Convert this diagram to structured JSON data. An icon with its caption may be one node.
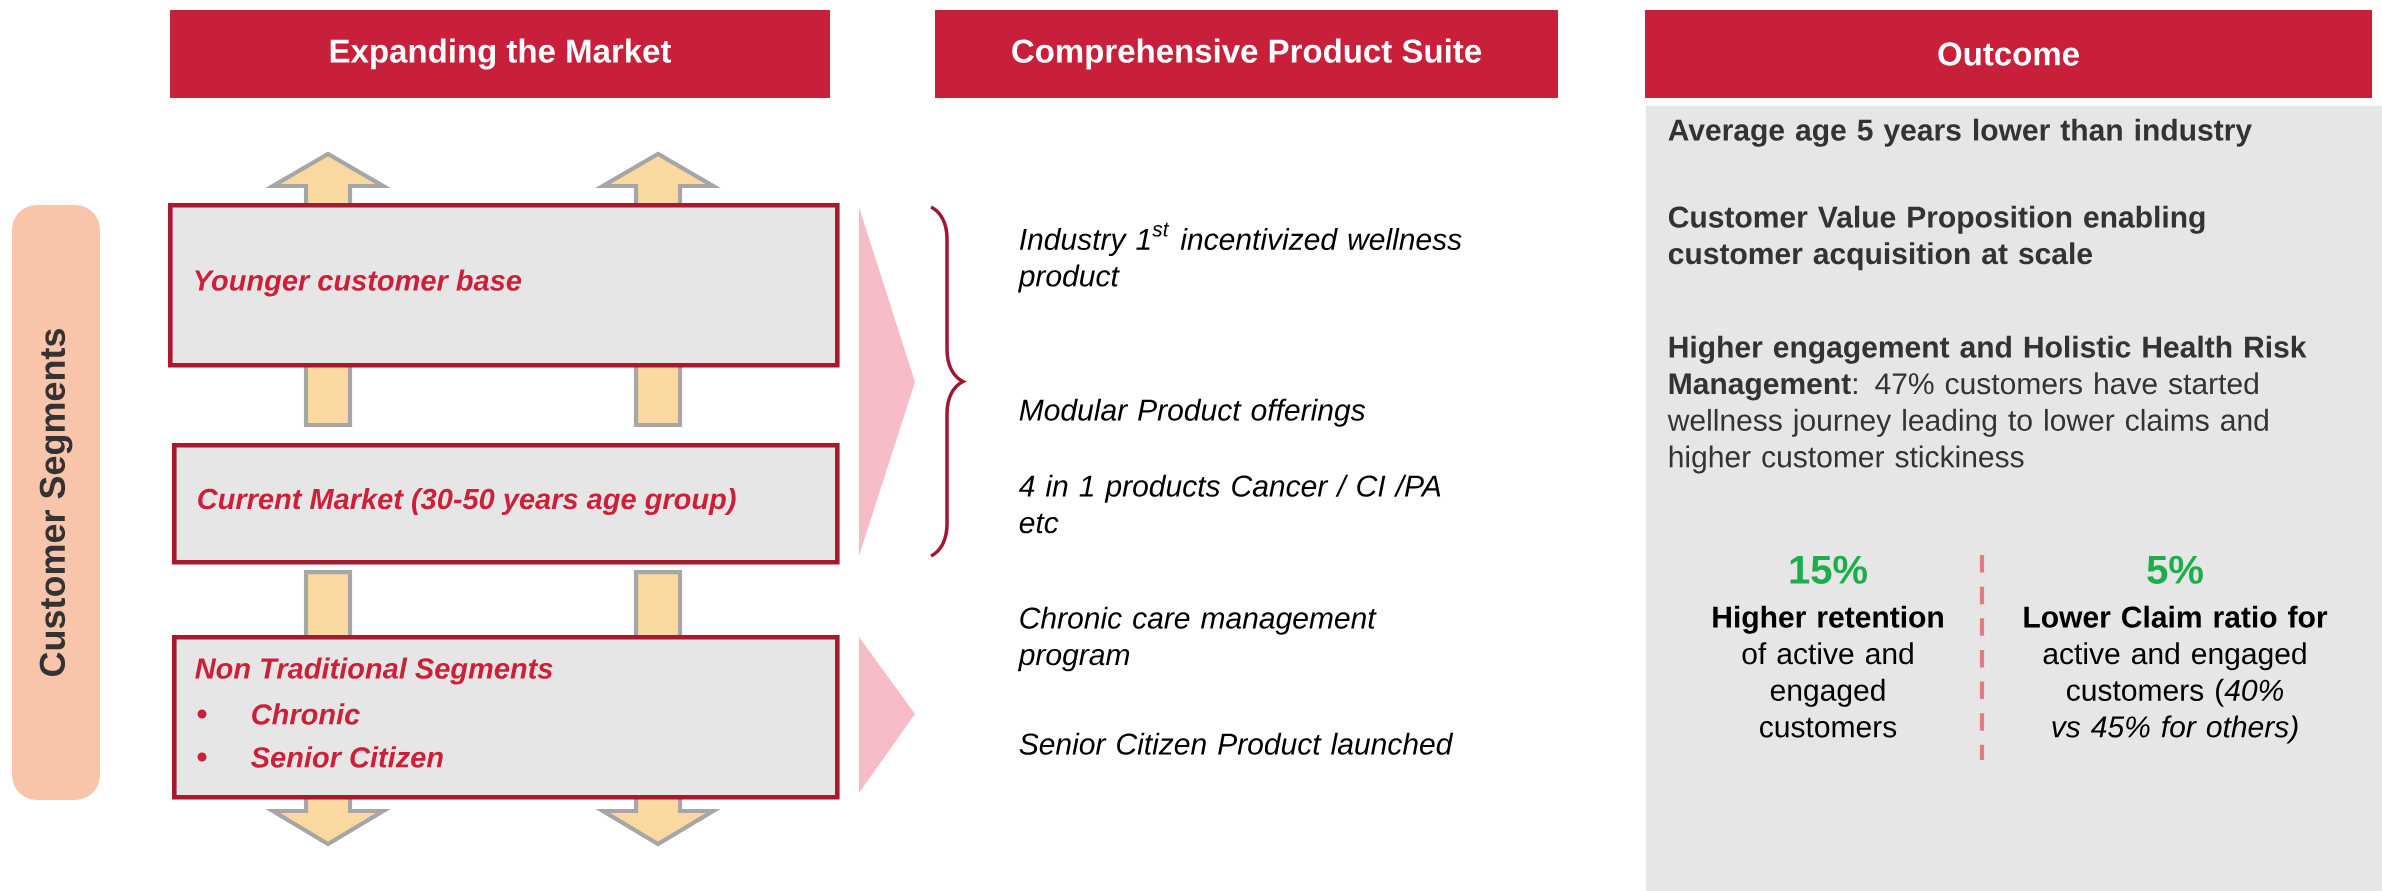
{
  "diagram": {
    "nodes": [
      {
        "text": [
          "Expanding the Market"
        ]
      },
      {
        "text": [
          "Comprehensive Product Suite"
        ]
      },
      {
        "text": [
          "Outcome"
        ]
      },
      {
        "text": [
          "Customer Segments"
        ]
      },
      {
        "text": [
          "Younger customer base"
        ]
      },
      {
        "text": [
          "Current Market (30-50 years age group)"
        ]
      },
      {
        "text": [
          "Non Traditional Segments",
          "Chronic",
          "Senior Citizen"
        ]
      },
      {
        "text": [
          "Average age 5 years lower than industry",
          "Customer Value Proposition enabling customer acquisition at scale",
          "**Higher engagement and Holistic Health Risk Management**: 47% customers have started wellness journey leading to lower claims and  higher customer stickiness",
          "15%",
          "**Higher retention** of active and engaged customers",
          "5%",
          "**Lower Claim ratio  for** active and engaged customers (*40% vs 45% for others)*"
        ]
      }
    ],
    "labels": [
      "Industry 1$^{st}$ incentivized wellness product",
      "Modular Product offerings",
      "4 in 1 products Cancer / CI /PA etc",
      "Chronic care management program",
      "Senior Citizen Product launched"
    ]
  }
}
